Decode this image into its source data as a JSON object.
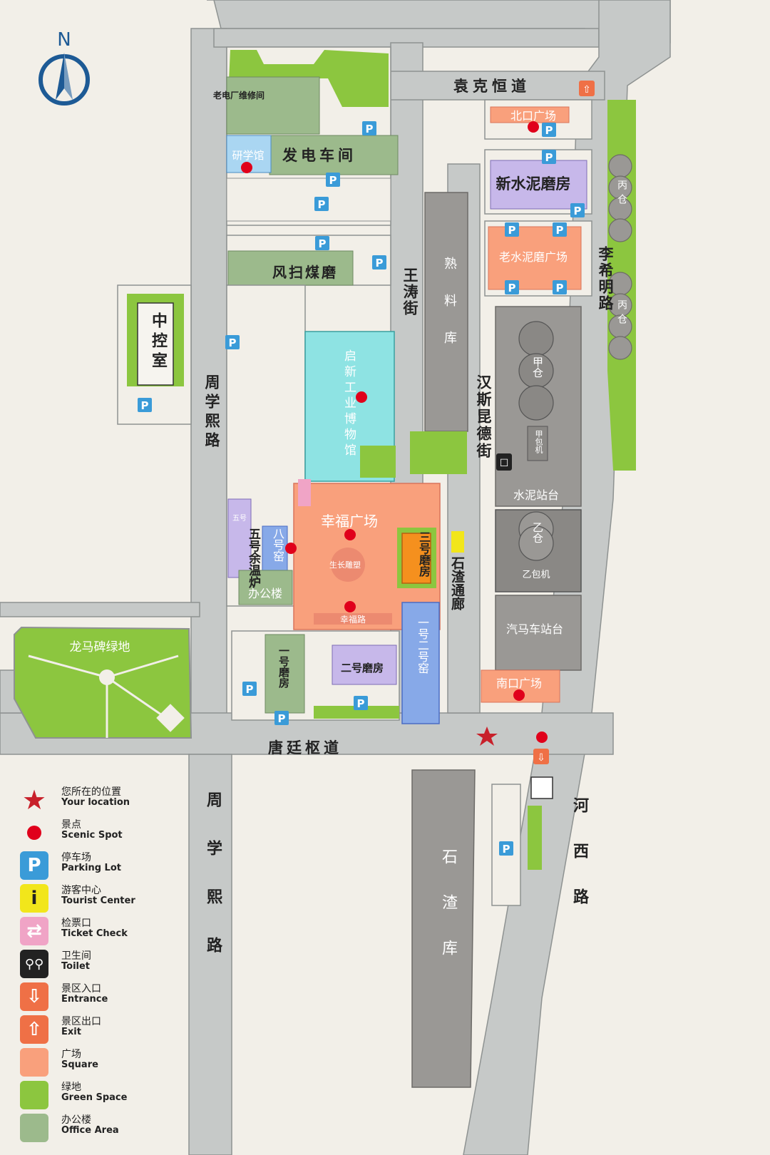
{
  "compass": {
    "letter": "N"
  },
  "roads": {
    "yuankeheng": "袁克恒道",
    "wangtao": "王涛街",
    "zhouxuexi_upper": "周学熙路",
    "zhouxuexi_lower": "周学熙路",
    "hansikunde": "汉斯昆德街",
    "liximing": "李希明路",
    "tangtingshu": "唐廷枢道",
    "hexi": "河西路",
    "xingfu_road": "幸福路"
  },
  "buildings": {
    "laodianchang": "老电厂维修间",
    "fadian": "发电车间",
    "yanxue": "研学馆",
    "beikou": "北口广场",
    "xinshuini": "新水泥磨房",
    "bingcang_upper": "丙仓",
    "bingcang_lower": "丙仓",
    "laoshuini": "老水泥磨广场",
    "fengsao": "风扫煤磨",
    "zhongkong": "中控室",
    "shuliao": "熟料库",
    "qixin": "启新工业博物馆",
    "jiacang": "甲仓",
    "jiabaoji": "甲包机",
    "shuinizhantai": "水泥站台",
    "xingfu": "幸福广场",
    "shengzhang": "生长雕塑",
    "wuhao_small": "五号",
    "wuhao": "五号余温炉",
    "bahaoyao": "八号窑",
    "bangonglou": "办公楼",
    "sanhao": "三号磨房",
    "shizha_gallery": "石渣通廊",
    "yicang": "乙仓",
    "yibaoji": "乙包机",
    "qichezhantai": "汽马车站台",
    "nankou": "南口广场",
    "yihao": "一号磨房",
    "erhao": "二号磨房",
    "yierhaoyao": "一号二号窑",
    "longma": "龙马碑绿地",
    "shizhaku": "石渣库"
  },
  "legend": [
    {
      "icon": "star-icon",
      "zh": "您所在的位置",
      "en": "Your location",
      "color": "#c8202a"
    },
    {
      "icon": "dot-icon",
      "zh": "景点",
      "en": "Scenic Spot",
      "color": "#e0001b"
    },
    {
      "icon": "parking-icon",
      "zh": "停车场",
      "en": "Parking Lot",
      "color": "#3a9bd8",
      "glyph": "P"
    },
    {
      "icon": "info-icon",
      "zh": "游客中心",
      "en": "Tourist Center",
      "color": "#f2e61b",
      "glyph": "i"
    },
    {
      "icon": "ticket-icon",
      "zh": "检票口",
      "en": "Ticket Check",
      "color": "#f0a4c6",
      "glyph": "⇄"
    },
    {
      "icon": "toilet-icon",
      "zh": "卫生间",
      "en": "Toilet",
      "color": "#222222",
      "glyph": "⚲⚲"
    },
    {
      "icon": "entrance-icon",
      "zh": "景区入口",
      "en": "Entrance",
      "color": "#ef7046",
      "glyph": "⇩"
    },
    {
      "icon": "exit-icon",
      "zh": "景区出口",
      "en": "Exit",
      "color": "#ef7046",
      "glyph": "⇧"
    },
    {
      "icon": "square-swatch",
      "zh": "广场",
      "en": "Square",
      "color": "#f9a07c"
    },
    {
      "icon": "green-swatch",
      "zh": "绿地",
      "en": "Green Space",
      "color": "#8cc63f"
    },
    {
      "icon": "office-swatch",
      "zh": "办公楼",
      "en": "Office Area",
      "color": "#9cba8c"
    }
  ],
  "colors": {
    "road": "#c6c9c8",
    "ground": "#f2efe8",
    "green": "#8cc63f",
    "office": "#9cba8c",
    "square": "#f9a07c",
    "purple": "#c7b8ea",
    "cyan": "#8ee3e3",
    "blue": "#87a9e8",
    "grey": "#9a9895",
    "orange": "#f5901e",
    "dot": "#e0001b",
    "parking": "#3a9bd8"
  }
}
